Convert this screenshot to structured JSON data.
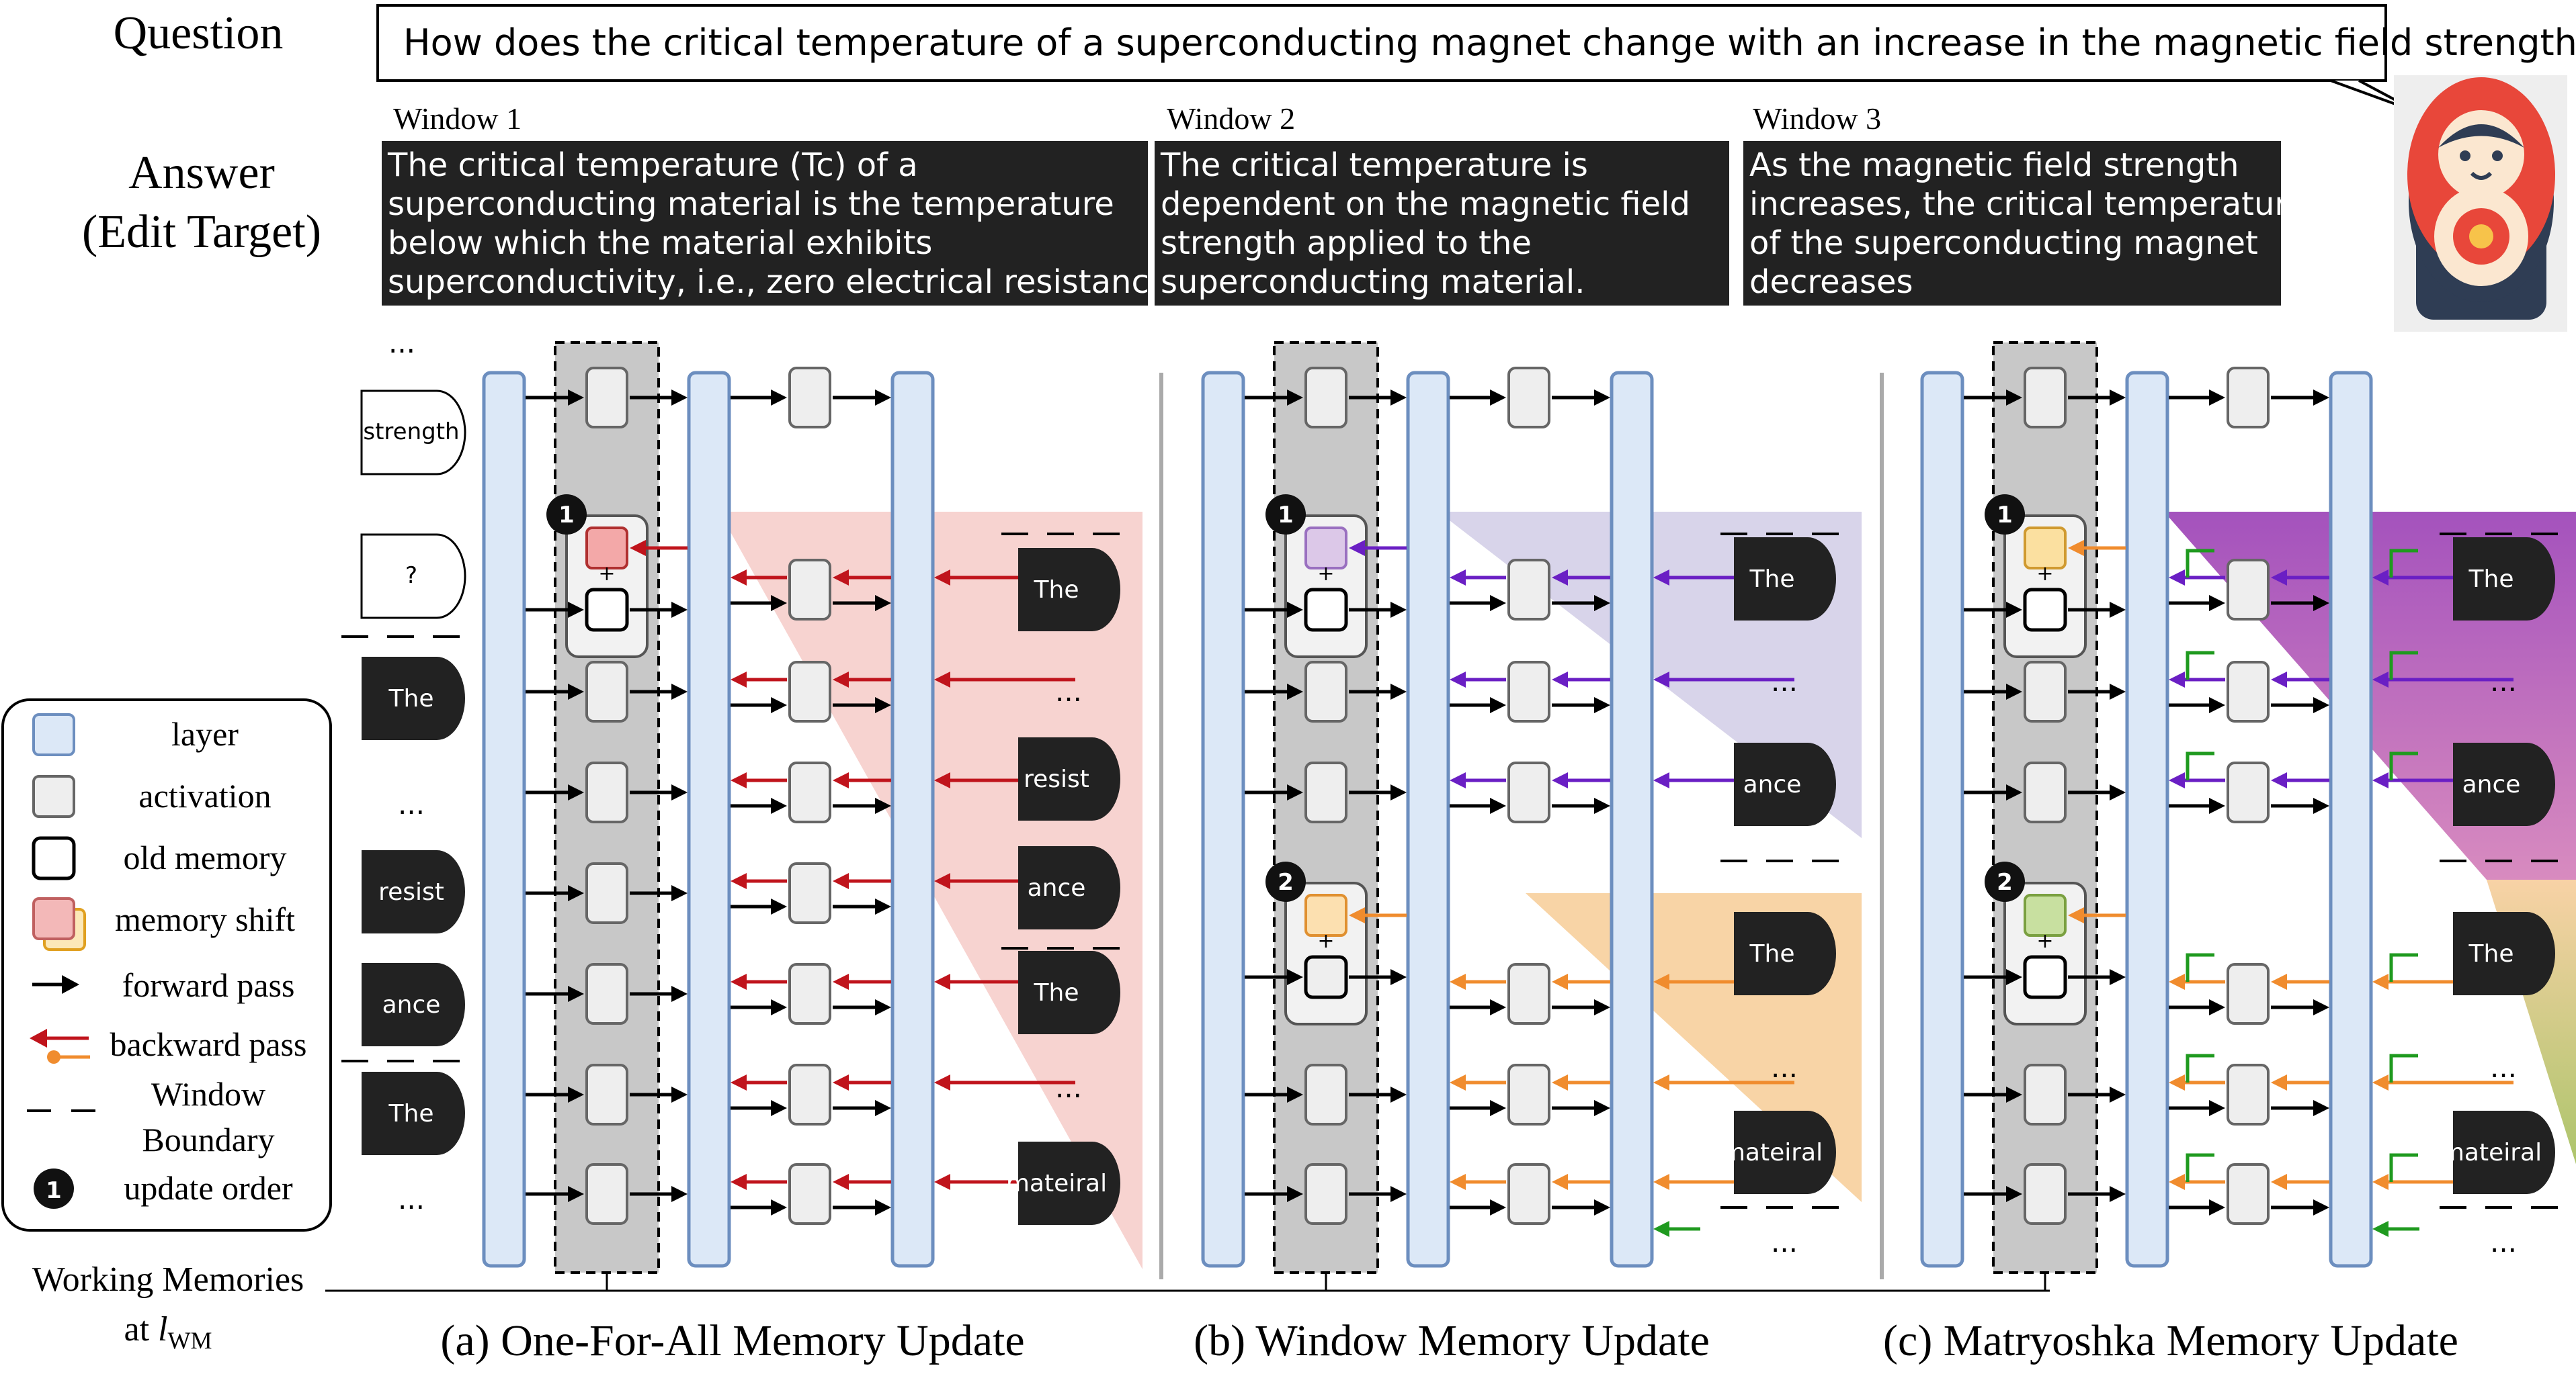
{
  "question": {
    "label": "Question",
    "text": "How does the critical temperature of a superconducting magnet change with an increase in the magnetic field strength?"
  },
  "answer": {
    "label_line1": "Answer",
    "label_line2": "(Edit Target)"
  },
  "windows": [
    {
      "title": "Window 1",
      "lines": [
        "The critical temperature (Tc) of a",
        "superconducting material is the temperature",
        "below which the material exhibits",
        "superconductivity, i.e., zero electrical resistance."
      ]
    },
    {
      "title": "Window 2",
      "lines": [
        "The critical temperature is",
        "dependent on the magnetic field",
        "strength applied to the",
        "superconducting material."
      ]
    },
    {
      "title": "Window 3",
      "lines": [
        "As the magnetic field strength",
        "increases, the critical temperature",
        "of the superconducting magnet",
        "decreases"
      ]
    }
  ],
  "input_tokens": [
    "...",
    "strength",
    "?",
    "The",
    "...",
    "resist",
    "ance",
    "The",
    "..."
  ],
  "legend": {
    "layer": "layer",
    "activation": "activation",
    "old_memory": "old memory",
    "memory_shift": "memory shift",
    "forward_pass": "forward pass",
    "backward_pass": "backward pass",
    "window_line1": "Window",
    "window_line2": "Boundary",
    "update_order": "update order",
    "update_order_number": "1"
  },
  "panels": [
    {
      "caption": "(a) One-For-All Memory Update",
      "tokens": [
        "The",
        "...",
        "resist",
        "ance",
        "The",
        "...",
        "mateiral"
      ],
      "badges": [
        "1"
      ]
    },
    {
      "caption": "(b) Window Memory Update",
      "tokens": [
        "The",
        "...",
        "ance",
        "The",
        "...",
        "mateiral",
        "..."
      ],
      "badges": [
        "1",
        "2"
      ]
    },
    {
      "caption": "(c) Matryoshka Memory Update",
      "tokens": [
        "The",
        "...",
        "ance",
        "The",
        "...",
        "mateiral",
        "..."
      ],
      "badges": [
        "1",
        "2"
      ]
    }
  ],
  "working_memories": {
    "line1": "Working Memories",
    "line2_prefix": "at ",
    "symbol": "l",
    "subscript": "WM"
  },
  "colors": {
    "layer_fill": "#dce8f7",
    "layer_stroke": "#6c8ebf",
    "wm_band": "#c8c8c8",
    "red": "#c0141c",
    "purple": "#6a1fc4",
    "orange": "#f08c2e",
    "green": "#1f9a1f",
    "tri_red": "#f7d3d0",
    "tri_lavender": "#d8d4ea",
    "tri_peach": "#f8d4a6",
    "tri_purple": "#a756b9",
    "tri_green": "#8dbf55",
    "token_dark": "#222222",
    "answer_bg": "#222222"
  }
}
